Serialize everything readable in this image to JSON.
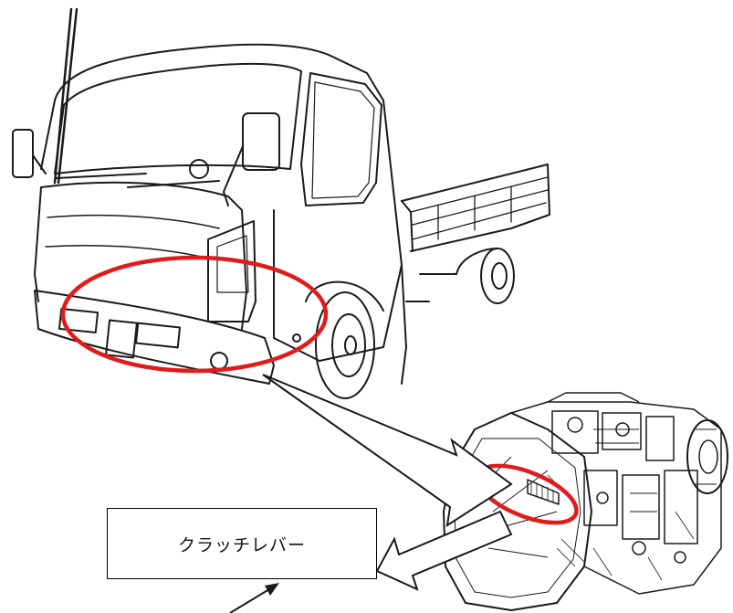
{
  "callout": {
    "label": "クラッチレバー"
  },
  "colors": {
    "highlight": "#e01b1b",
    "line": "#1a1a1a",
    "background": "#ffffff"
  },
  "figure": {
    "main_illustration": "cab-over-truck-line-drawing",
    "inset_illustration": "transmission-housing-line-drawing"
  }
}
